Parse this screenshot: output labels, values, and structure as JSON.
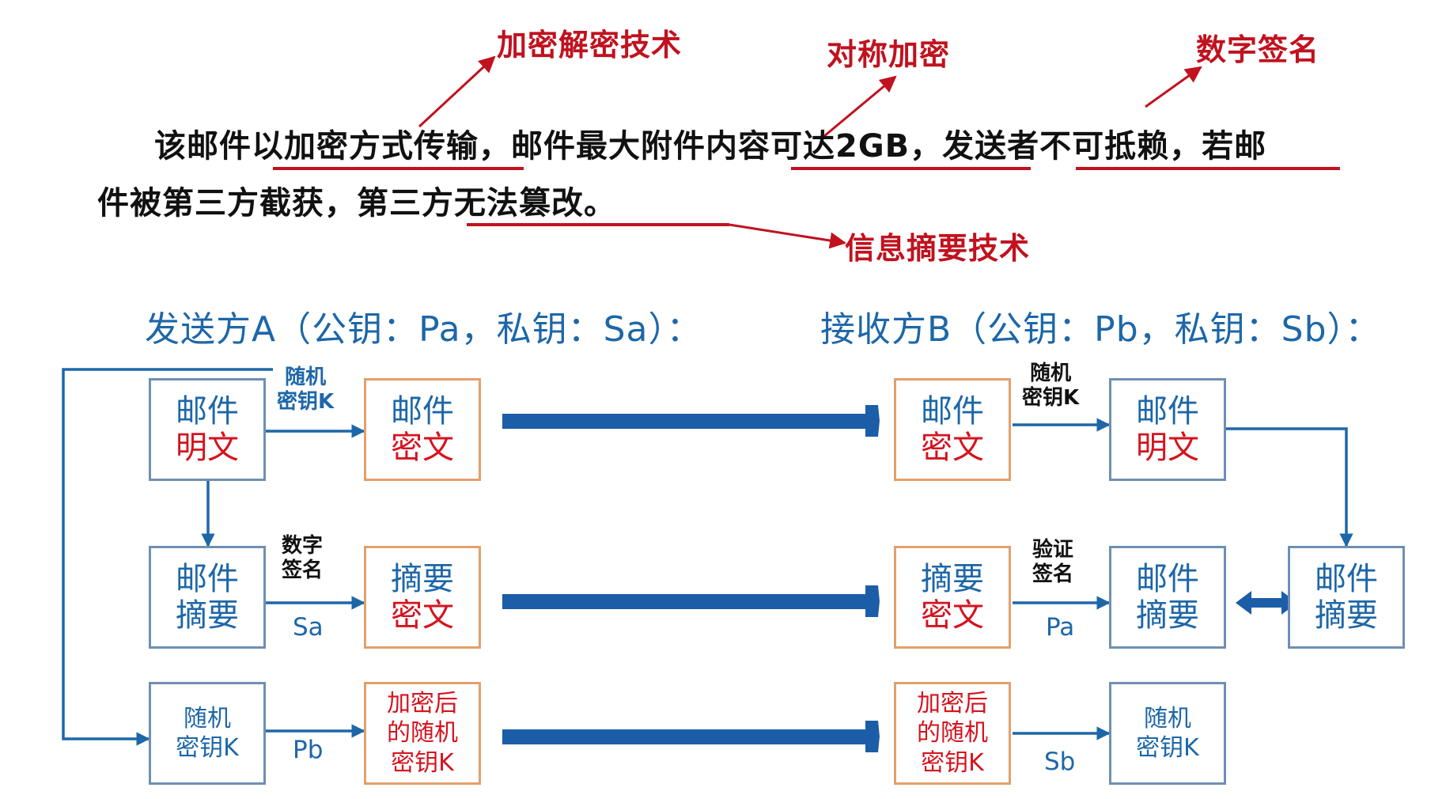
{
  "annotations": {
    "encrypt_decrypt": "加密解密技术",
    "symmetric": "对称加密",
    "signature": "数字签名",
    "digest": "信息摘要技术"
  },
  "paragraph": {
    "line1": "该邮件以加密方式传输，邮件最大附件内容可达2GB，发送者不可抵赖，若邮",
    "line2": "件被第三方截获，第三方无法篡改。"
  },
  "sender": {
    "title": "发送方A（公钥：Pa，私钥：Sa）："
  },
  "receiver": {
    "title": "接收方B（公钥：Pb，私钥：Sb）："
  },
  "boxes": {
    "mail_plain": [
      "邮件",
      "明文"
    ],
    "mail_cipher": [
      "邮件",
      "密文"
    ],
    "mail_digest": [
      "邮件",
      "摘要"
    ],
    "digest_cipher": [
      "摘要",
      "密文"
    ],
    "random_key": [
      "随机",
      "密钥K"
    ],
    "enc_key": [
      "加密后",
      "的随机",
      "密钥K"
    ]
  },
  "labels": {
    "random_key": [
      "随机",
      "密钥K"
    ],
    "digital_sign": [
      "数字",
      "签名"
    ],
    "verify_sign": [
      "验证",
      "签名"
    ],
    "sa": "Sa",
    "pa": "Pa",
    "pb": "Pb",
    "sb": "Sb"
  },
  "colors": {
    "annotation_red": "#c0121f",
    "diagram_blue": "#1d67a8",
    "cipher_red": "#d4141f",
    "box_blue_border": "#6f8fb4",
    "box_orange_border": "#e3a06c"
  }
}
